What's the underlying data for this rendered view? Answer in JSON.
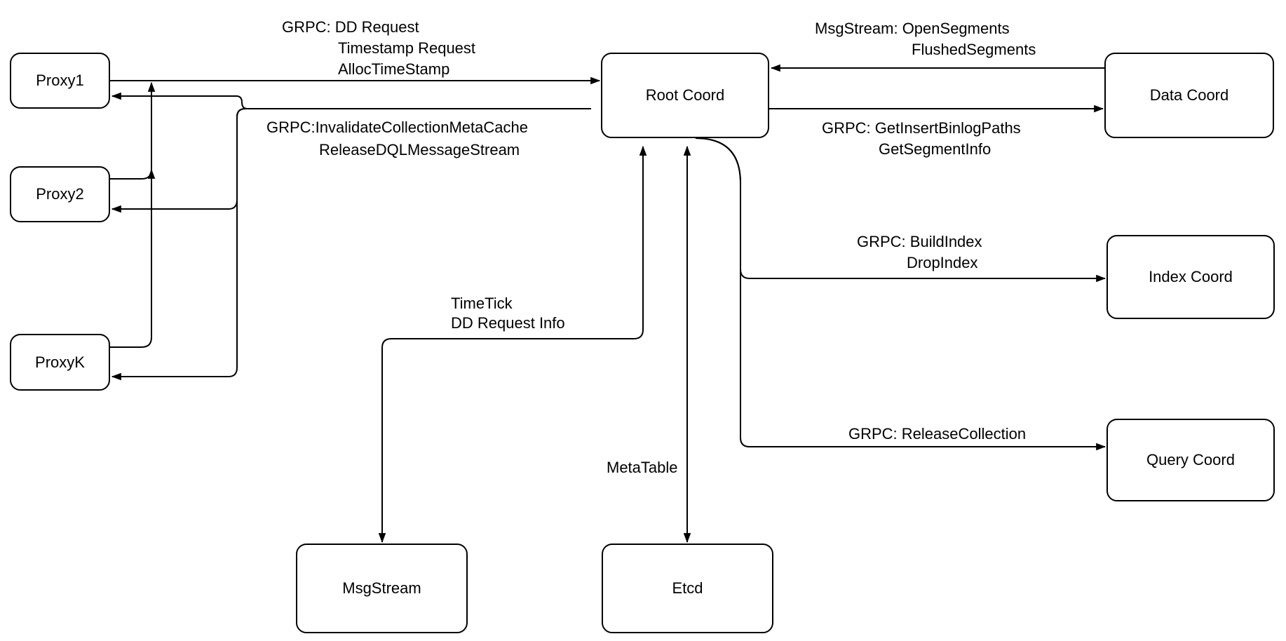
{
  "canvas": {
    "background_color": "#ffffff",
    "stroke_color": "#000000"
  },
  "nodes": {
    "proxy1": {
      "label": "Proxy1"
    },
    "proxy2": {
      "label": "Proxy2"
    },
    "proxyk": {
      "label": "ProxyK"
    },
    "root_coord": {
      "label": "Root Coord"
    },
    "data_coord": {
      "label": "Data Coord"
    },
    "index_coord": {
      "label": "Index Coord"
    },
    "query_coord": {
      "label": "Query Coord"
    },
    "msgstream": {
      "label": "MsgStream"
    },
    "etcd": {
      "label": "Etcd"
    }
  },
  "edge_labels": {
    "dd_request": {
      "lines": [
        "GRPC: DD Request",
        "Timestamp Request",
        "AllocTimeStamp"
      ]
    },
    "invalidate": {
      "lines": [
        "GRPC:InvalidateCollectionMetaCache",
        "ReleaseDQLMessageStream"
      ]
    },
    "msgstream_segments": {
      "lines": [
        "MsgStream: OpenSegments",
        "FlushedSegments"
      ]
    },
    "get_insert": {
      "lines": [
        "GRPC: GetInsertBinlogPaths",
        "GetSegmentInfo"
      ]
    },
    "build_index": {
      "lines": [
        "GRPC: BuildIndex",
        "DropIndex"
      ]
    },
    "release_collection": {
      "lines": [
        "GRPC: ReleaseCollection"
      ]
    },
    "timetick": {
      "lines": [
        "TimeTick",
        "DD Request Info"
      ]
    },
    "metatable": {
      "lines": [
        "MetaTable"
      ]
    }
  }
}
